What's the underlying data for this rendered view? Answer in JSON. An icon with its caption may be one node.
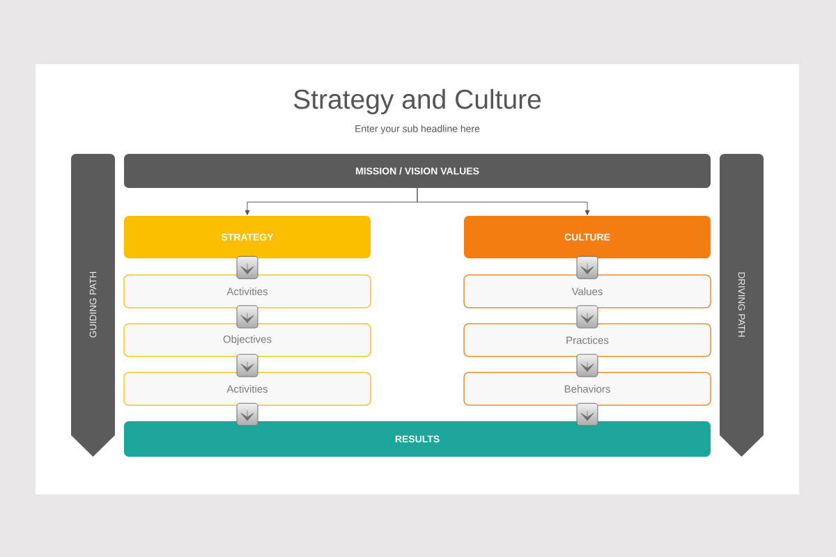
{
  "diagram": {
    "title": "Strategy and Culture",
    "nodes": [
      {
        "text": [
          "GUIDING PATH"
        ]
      },
      {
        "text": [
          "MISSION / VISION VALUES"
        ]
      },
      {
        "text": [
          "DRIVING PATH"
        ]
      },
      {
        "text": [
          "STRATEGY"
        ]
      },
      {
        "text": [
          "CULTURE"
        ]
      },
      {
        "text": [
          "Activities"
        ]
      },
      {
        "text": [
          "Values"
        ]
      },
      {
        "text": [
          "Objectives"
        ]
      },
      {
        "text": [
          "Practices"
        ]
      },
      {
        "text": [
          "Activities"
        ]
      },
      {
        "text": [
          "Behaviors"
        ]
      },
      {
        "text": [
          "RESULTS"
        ]
      }
    ],
    "edges": [
      {
        "from": 1,
        "to": 3,
        "arrow": "to"
      },
      {
        "from": 1,
        "to": 4,
        "arrow": "to"
      },
      {
        "from": 3,
        "to": 5,
        "arrow": "to"
      },
      {
        "from": 5,
        "to": 7,
        "arrow": "to"
      },
      {
        "from": 7,
        "to": 9,
        "arrow": "to"
      },
      {
        "from": 9,
        "to": 11,
        "arrow": "to"
      },
      {
        "from": 4,
        "to": 6,
        "arrow": "to"
      },
      {
        "from": 6,
        "to": 8,
        "arrow": "to"
      },
      {
        "from": 8,
        "to": 10,
        "arrow": "to"
      },
      {
        "from": 10,
        "to": 11,
        "arrow": "to"
      }
    ],
    "labels": [
      "Enter your sub headline here"
    ]
  }
}
